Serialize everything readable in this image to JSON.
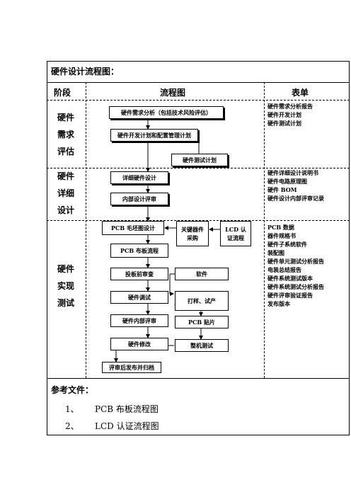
{
  "title": "硬件设计流程图：",
  "header": {
    "stage": "阶段",
    "flow": "流程图",
    "forms": "表单"
  },
  "stages": [
    {
      "label": "硬件需求评估",
      "lines": [
        "硬件",
        "需求",
        "评估"
      ]
    },
    {
      "label": "硬件详细设计",
      "lines": [
        "硬件",
        "详细",
        "设计"
      ]
    },
    {
      "label": "硬件实现测试",
      "lines": [
        "硬件",
        "实现",
        "测试"
      ]
    }
  ],
  "forms": [
    [
      "硬件需求分析报告",
      "硬件开发计划",
      "硬件测试计划"
    ],
    [
      "硬件详细设计说明书",
      "硬件电路原理图",
      "硬件 BOM",
      "硬件设计内部评审记录"
    ],
    [
      "PCB 数据",
      "器件规格书",
      "硬件子系统软件",
      "装配图",
      "硬件单元测试分析报告",
      "电装总结报告",
      "硬件系统测试版本",
      "硬件系统测试分析报告",
      "硬件评审验证报告",
      "发布版本"
    ]
  ],
  "flow": {
    "req_analysis": "硬件需求分析（包括技术风险评估）",
    "dev_plan": "硬件开发计划和配置管理计划",
    "test_plan": "硬件测试计划",
    "detail_design": "详细硬件设计",
    "internal_review": "内部设计评审",
    "pcb_blank": "PCB 毛坯图设计",
    "key_parts": "关键器件采购",
    "lcd_cert": "LCD 认证流程",
    "pcb_layout": "PCB 布板流程",
    "pre_review": "投板前审查",
    "software": "软件",
    "hw_debug": "硬件调试",
    "proto": "打样、试产",
    "hw_internal_review": "硬件内部评审",
    "pcb_smt": "PCB 贴片",
    "hw_modify": "硬件修改",
    "system_test": "整机测试",
    "release": "评审后发布并归档"
  },
  "references": {
    "title": "参考文件：",
    "items": [
      {
        "num": "1、",
        "text": "PCB 布板流程图"
      },
      {
        "num": "2、",
        "text": "LCD 认证流程图"
      }
    ]
  }
}
